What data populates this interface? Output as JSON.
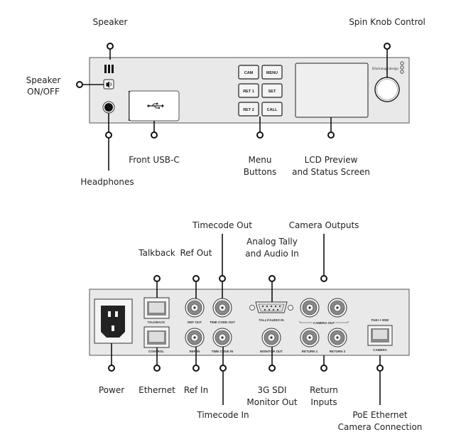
{
  "front_panel": {
    "labels": {
      "speaker": "Speaker",
      "spin_knob": "Spin Knob Control",
      "speaker_onoff_1": "Speaker",
      "speaker_onoff_2": "ON/OFF",
      "headphones": "Headphones",
      "front_usb": "Front USB-C",
      "menu_buttons_1": "Menu",
      "menu_buttons_2": "Buttons",
      "lcd_1": "LCD Preview",
      "lcd_2": "and Status Screen"
    },
    "buttons": {
      "cam": "CAM",
      "menu": "MENU",
      "ret1": "RET 1",
      "set": "SET",
      "ret2": "RET 2",
      "call": "CALL"
    },
    "brand": "Blackmagicdesign"
  },
  "rear_panel": {
    "labels": {
      "timecode_out": "Timecode Out",
      "camera_outputs": "Camera Outputs",
      "analog_tally_1": "Analog Tally",
      "analog_tally_2": "and Audio In",
      "talkback": "Talkback",
      "ref_out": "Ref Out",
      "power": "Power",
      "ethernet": "Ethernet",
      "ref_in": "Ref In",
      "timecode_in": "Timecode In",
      "sdi_monitor_1": "3G SDI",
      "sdi_monitor_2": "Monitor Out",
      "return_inputs_1": "Return",
      "return_inputs_2": "Inputs",
      "poe_1": "PoE Ethernet",
      "poe_2": "Camera Connection"
    },
    "silkscreen": {
      "talkback": "TALKBACK",
      "control": "CONTROL",
      "ref_out": "REF OUT",
      "ref_in": "REF IN",
      "tc_out": "TIME CODE OUT",
      "tc_in": "TIME CODE IN",
      "tally_audio_in": "TALLY/AUDIO IN",
      "camera_out": "CAMERA OUT",
      "monitor_out": "MONITOR OUT",
      "return1": "RETURN 1",
      "return2": "RETURN 2",
      "poe_spec": "PoE++ 90W",
      "camera": "CAMERA"
    }
  }
}
